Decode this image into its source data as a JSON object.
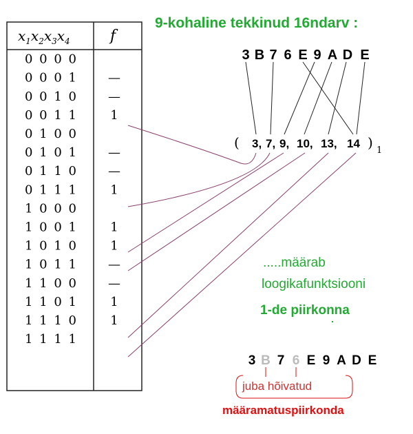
{
  "table": {
    "col_vars": [
      "x",
      "1",
      "x",
      "2",
      "x",
      "3",
      "x",
      "4"
    ],
    "col_f": "f",
    "rows": [
      {
        "bits": "0 0 0 0",
        "f": ""
      },
      {
        "bits": "0 0 0 1",
        "f": "—"
      },
      {
        "bits": "0 0 1 0",
        "f": "—"
      },
      {
        "bits": "0 0 1 1",
        "f": "1"
      },
      {
        "bits": "0 1 0 0",
        "f": ""
      },
      {
        "bits": "0 1 0 1",
        "f": "—"
      },
      {
        "bits": "0 1 1 0",
        "f": "—"
      },
      {
        "bits": "0 1 1 1",
        "f": "1"
      },
      {
        "bits": "1 0 0 0",
        "f": ""
      },
      {
        "bits": "1 0 0 1",
        "f": "1"
      },
      {
        "bits": "1 0 1 0",
        "f": "1"
      },
      {
        "bits": "1 0 1 1",
        "f": "—"
      },
      {
        "bits": "1 1 0 0",
        "f": "—"
      },
      {
        "bits": "1 1 0 1",
        "f": "1"
      },
      {
        "bits": "1 1 1 0",
        "f": "1"
      },
      {
        "bits": "1 1 1 1",
        "f": ""
      }
    ]
  },
  "hex_title": "9-kohaline tekkinud 16ndarv :",
  "hex_digits": [
    "3",
    "B",
    "7",
    "6",
    "E",
    "9",
    "A",
    "D",
    "E"
  ],
  "set": {
    "open": "(",
    "items": [
      "3,",
      "7,",
      "9,",
      "10,",
      "13,",
      "14"
    ],
    "close": ")",
    "subscript": "1"
  },
  "note": {
    "line1": ".....määrab",
    "line2": "loogikafunktsiooni",
    "line3": "1-de piirkonna"
  },
  "hex_bottom": [
    {
      "ch": "3",
      "faded": false
    },
    {
      "ch": "B",
      "faded": true
    },
    {
      "ch": "7",
      "faded": false
    },
    {
      "ch": "6",
      "faded": true
    },
    {
      "ch": "E",
      "faded": false
    },
    {
      "ch": "9",
      "faded": false
    },
    {
      "ch": "A",
      "faded": false
    },
    {
      "ch": "D",
      "faded": false
    },
    {
      "ch": "E",
      "faded": false
    }
  ],
  "bracket_text": "juba hõivatud",
  "bottom_label": "määramatuspiirkonda",
  "colors": {
    "green": "#22aa33",
    "red": "#dd1111",
    "purple": "#8a3f6b",
    "gray": "#bbbbbb",
    "line": "#222222"
  }
}
